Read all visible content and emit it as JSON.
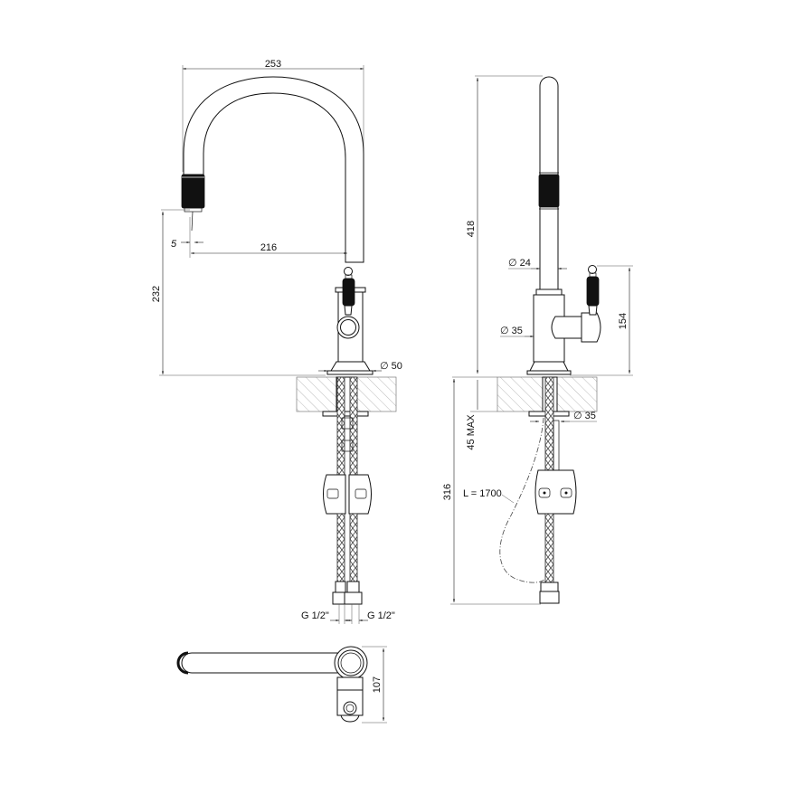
{
  "drawing": {
    "type": "technical-dimension-drawing",
    "subject": "pull-down kitchen faucet",
    "units": "mm",
    "views": {
      "front": {
        "dimensions": {
          "spout_width": "253",
          "spout_reach": "216",
          "aerator_offset": "5",
          "spout_height": "232",
          "base_diameter": "∅ 50",
          "connector_left": "G 1/2\"",
          "connector_right": "G 1/2\""
        }
      },
      "side": {
        "dimensions": {
          "total_height": "418",
          "spout_tube_diameter": "∅ 24",
          "body_diameter": "∅ 35",
          "handle_height": "154",
          "shank_diameter": "∅ 35",
          "deck_thickness": "45 MAX",
          "hose_length": "L = 1700",
          "under_deck_length": "316"
        }
      },
      "top": {
        "dimensions": {
          "depth": "107"
        }
      }
    }
  }
}
